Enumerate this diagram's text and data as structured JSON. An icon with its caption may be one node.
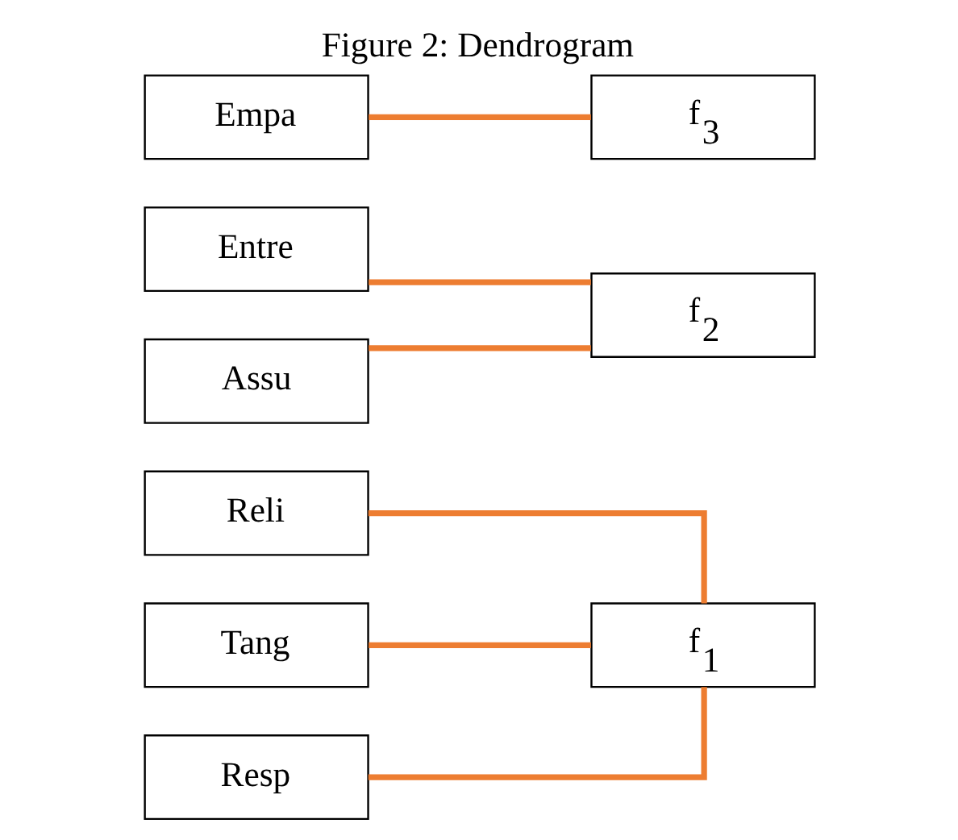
{
  "diagram": {
    "title": "Figure 2: Dendrogram",
    "nodes": [
      {
        "text": [
          "Reli"
        ]
      },
      {
        "text": [
          "Tang"
        ]
      },
      {
        "text": [
          "Resp"
        ]
      },
      {
        "text": [
          "Entre"
        ]
      },
      {
        "text": [
          "Assu"
        ]
      },
      {
        "text": [
          "Empa"
        ]
      },
      {
        "text": [
          "f$_{1}$"
        ]
      },
      {
        "text": [
          "f$_{2}$"
        ]
      },
      {
        "text": [
          "f$_{3}$"
        ]
      }
    ],
    "edges": [
      {
        "from": 0,
        "to": 6,
        "arrow": "none"
      },
      {
        "from": 1,
        "to": 6,
        "arrow": "none"
      },
      {
        "from": 2,
        "to": 6,
        "arrow": "none"
      },
      {
        "from": 3,
        "to": 7,
        "arrow": "none"
      },
      {
        "from": 4,
        "to": 7,
        "arrow": "none"
      },
      {
        "from": 5,
        "to": 8,
        "arrow": "none"
      }
    ]
  }
}
